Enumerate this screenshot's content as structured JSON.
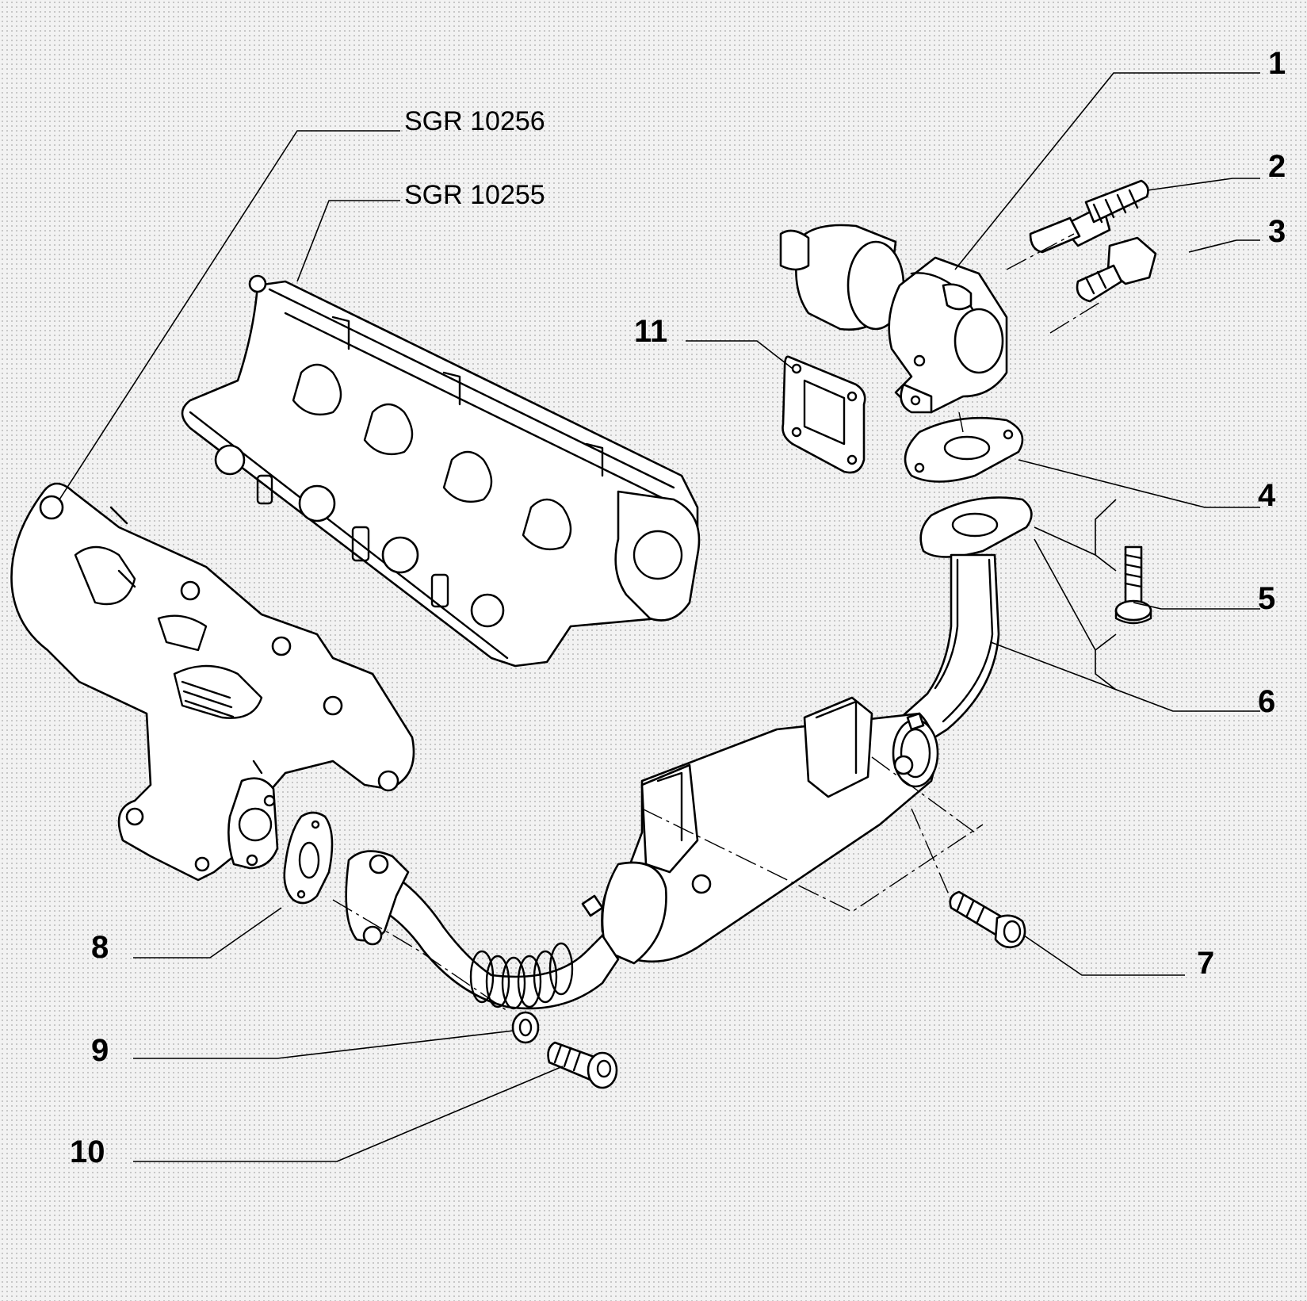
{
  "references": {
    "exhaust_manifold": "SGR 10256",
    "intake_manifold": "SGR 10255"
  },
  "callouts": [
    "1",
    "2",
    "3",
    "4",
    "5",
    "6",
    "7",
    "8",
    "9",
    "10",
    "11"
  ]
}
